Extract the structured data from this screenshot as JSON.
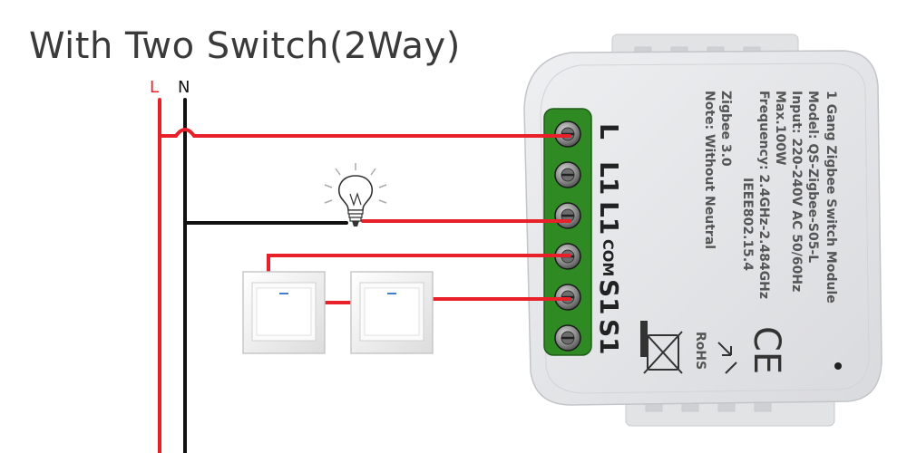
{
  "title": "With Two Switch(2Way)",
  "wires": {
    "line_label": "L",
    "neutral_label": "N"
  },
  "terminals": {
    "labels": [
      "L",
      "L1",
      "L1",
      "COM",
      "S1",
      "S1"
    ]
  },
  "module_label": {
    "lines": [
      "1 Gang Zigbee Switch Module",
      "Model: QS-Zigbee-S05-L",
      "Input: 220-240V AC 50/60Hz",
      "Max.100W",
      "Frequency: 2.4GHz-2.484GHz",
      "IEEE802.15.4",
      "Zigbee 3.0",
      "Note: Without Neutral"
    ],
    "ce_mark": "CE",
    "rohs_mark": "RoHS"
  },
  "colors": {
    "line_wire": "#e8202a",
    "neutral_wire": "#111111",
    "terminal_block": "#2f8a24",
    "module_body": "#e6e7e9",
    "title_text": "#3a3a3a"
  },
  "icons": [
    "light-bulb-icon",
    "switch-1",
    "switch-2",
    "weee-bin-icon",
    "ce-mark",
    "rohs-mark"
  ]
}
